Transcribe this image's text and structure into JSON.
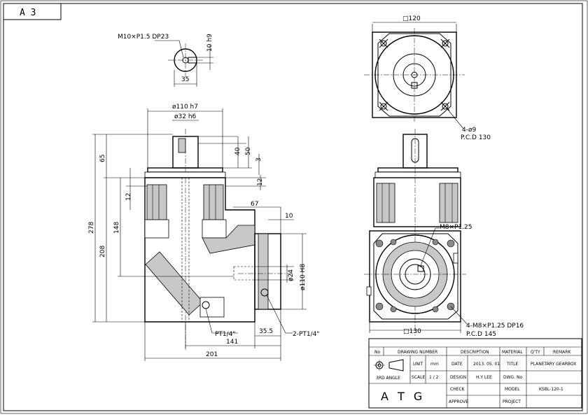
{
  "sheet": {
    "size_label": "A 3"
  },
  "side_view": {
    "keyway_note": "M10×P1.5 DP23",
    "dim_key": "10 h9",
    "dim_shaft_key": "35",
    "dim_flange_dia": "ø110 h7",
    "dim_shaft_dia": "ø32 h6",
    "dim_65": "65",
    "dim_40": "40",
    "dim_50": "50",
    "dim_3": "3",
    "dim_12_right": "12",
    "dim_12_left": "12",
    "dim_278": "278",
    "dim_208": "208",
    "dim_148": "148",
    "dim_67": "67",
    "dim_10": "10",
    "dim_bore": "ø24",
    "dim_bore_flange": "ø110 H8",
    "dim_35_5": "35.5",
    "dim_141": "141",
    "dim_201": "201",
    "note_pt_left": "PT1/4\"",
    "note_pt_right": "2-PT1/4\""
  },
  "top_view": {
    "dim_square": "□120",
    "note_holes": "4-ø9",
    "note_pcd": "P.C.D 130"
  },
  "front_view": {
    "note_tap": "M8×P1.25",
    "dim_square": "□130",
    "note_taps": "4-M8×P1.25 DP16",
    "note_pcd": "P.C.D 145"
  },
  "title_block": {
    "headers": {
      "no": "No",
      "drawing_number": "DRAWING NUMBER",
      "description": "DESCRIPTION",
      "material": "MATERIAL",
      "qty": "Q'TY",
      "remark": "REMARK"
    },
    "projection_label": "3RD ANGLE",
    "unit_label": "UNIT",
    "unit_value": "mm",
    "scale_label": "SCALE",
    "scale_value": "1 / 2",
    "date_label": "DATE",
    "date_value": "2013. 05. 01",
    "design_label": "DESIGN",
    "design_value": "H.Y LEE",
    "check_label": "CHECK",
    "approve_label": "APPROVE",
    "title_label": "TITLE",
    "title_value": "PLANETARY GEARBOX",
    "dwg_label": "DWG. No",
    "dwg_value": "",
    "model_label": "MODEL",
    "model_value": "KSBL-120-1",
    "project_label": "PROJECT",
    "project_value": "",
    "company": "A T G"
  }
}
